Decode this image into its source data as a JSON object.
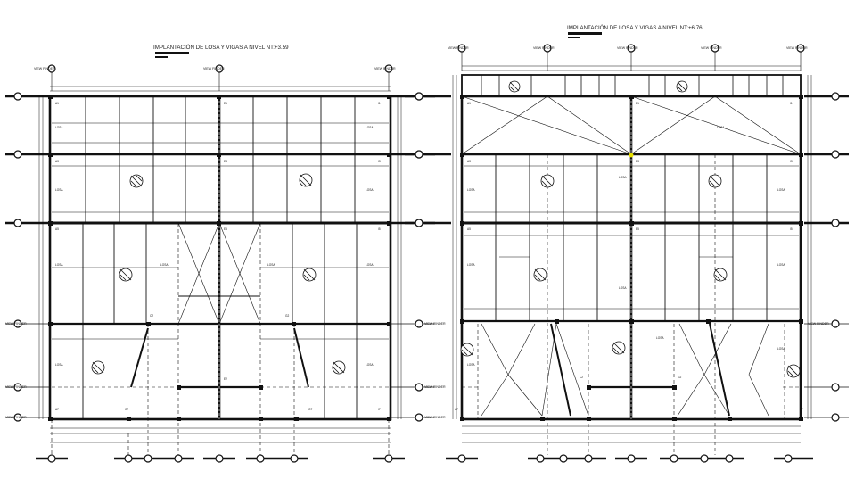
{
  "plans": [
    {
      "id": "lower",
      "title": "IMPLANTACIÓN DE LOSA Y VIGAS A NIVEL NT:+3.59",
      "axis_tags": [
        "VIEW FINDER",
        "VIEW FINDER",
        "VIEW FINDER",
        "VIEW FINDER",
        "VIEW FINDER",
        "VIEW FINDER",
        "VIEW FINDER",
        "VIEW FINDER"
      ],
      "column_labels": [
        "A1",
        "E1",
        "I1",
        "A3",
        "E3",
        "I3",
        "A5",
        "E5",
        "I5",
        "C2",
        "E2",
        "G2",
        "A7",
        "C7",
        "G7",
        "I7"
      ],
      "slab_labels": [
        "LOSA",
        "LOSA",
        "LOSA",
        "LOSA",
        "LOSA",
        "LOSA",
        "LOSA",
        "LOSA",
        "LOSA",
        "LOSA"
      ]
    },
    {
      "id": "upper",
      "title": "IMPLANTACIÓN DE LOSA Y VIGAS A NIVEL NT:+6.76",
      "axis_tags": [
        "VIEW FINDER",
        "VIEW FINDER",
        "VIEW FINDER",
        "VIEW FINDER",
        "VIEW FINDER",
        "VIEW FINDER",
        "VIEW FINDER",
        "VIEW FINDER",
        "VIEW FINDER"
      ],
      "column_labels": [
        "A1",
        "E1",
        "I1",
        "A3",
        "E3",
        "I3",
        "A5",
        "E5",
        "I5",
        "C2",
        "G2",
        "A7",
        "I7"
      ],
      "slab_labels": [
        "LOSA",
        "LOSA",
        "LOSA",
        "LOSA",
        "LOSA",
        "LOSA",
        "LOSA",
        "LOSA",
        "LOSA",
        "LOSA"
      ]
    }
  ],
  "colors": {
    "line": "#111111",
    "accent": "#e8e000"
  }
}
